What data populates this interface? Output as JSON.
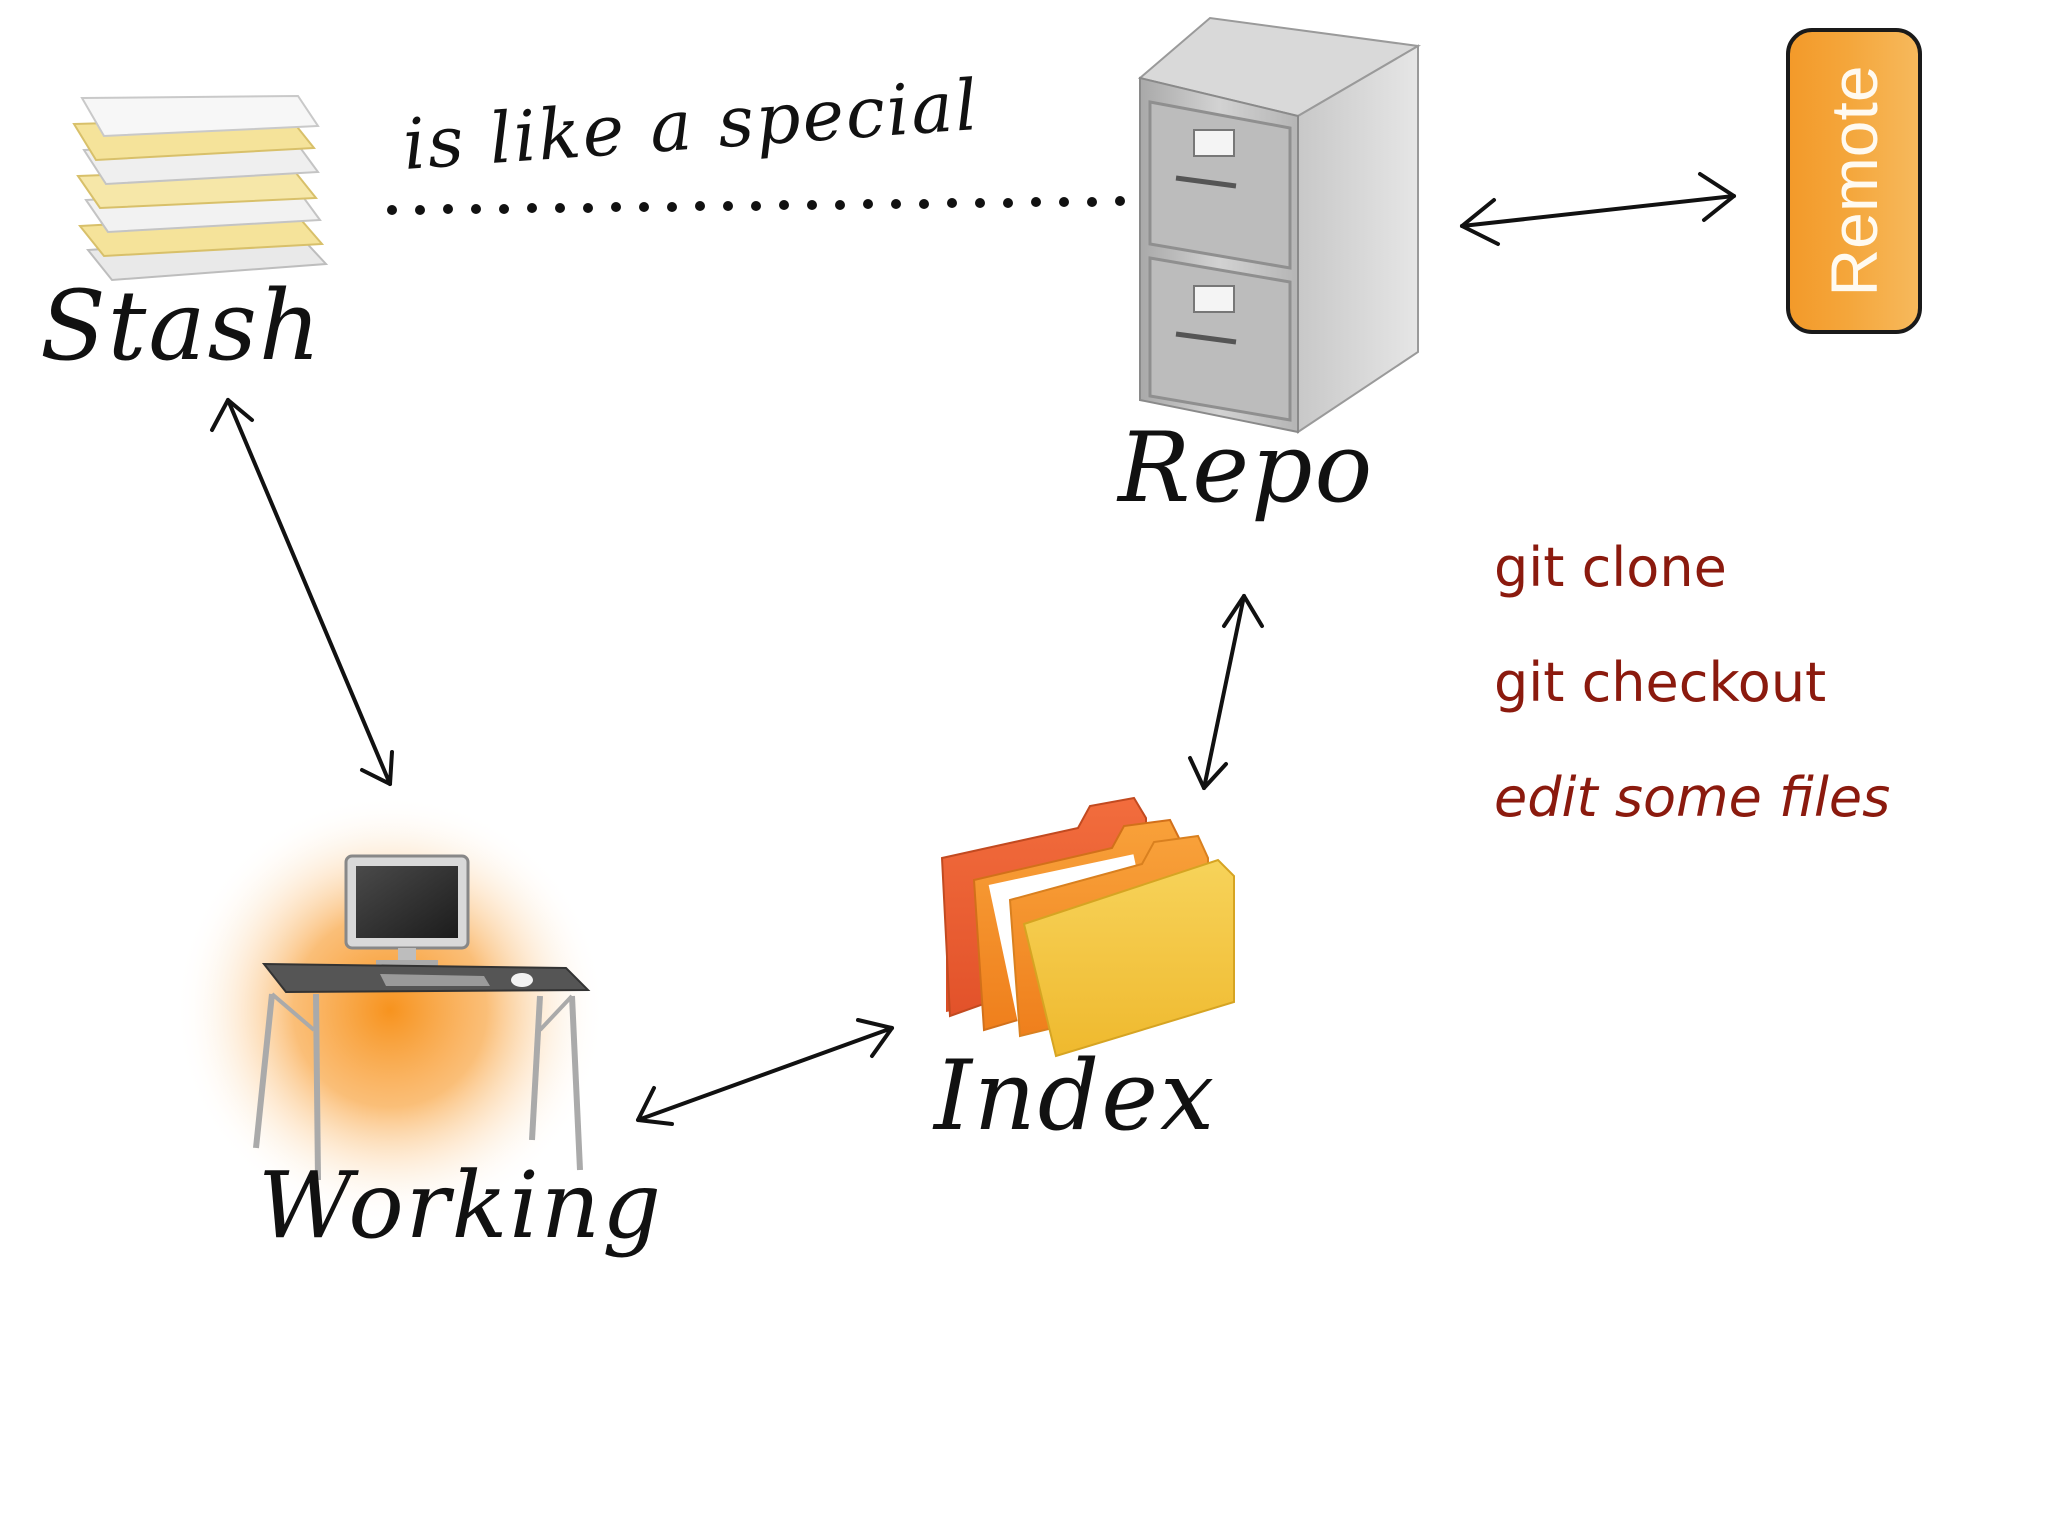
{
  "labels": {
    "stash": "Stash",
    "repo": "Repo",
    "index": "Index",
    "working": "Working",
    "stash_repo_relation": "is like a special"
  },
  "remote": {
    "label": "Remote"
  },
  "commands": [
    {
      "text": "git clone",
      "italic": false
    },
    {
      "text": "git checkout",
      "italic": false
    },
    {
      "text": "edit some files",
      "italic": true
    }
  ],
  "colors": {
    "command_text": "#8b1a0e",
    "remote_fill": "#f39a2a",
    "working_glow": "#f7931e",
    "ink": "#111111"
  },
  "icons": {
    "stash": "paper-stack-icon",
    "repo": "filing-cabinet-icon",
    "index": "file-folders-icon",
    "working": "computer-desk-icon"
  }
}
